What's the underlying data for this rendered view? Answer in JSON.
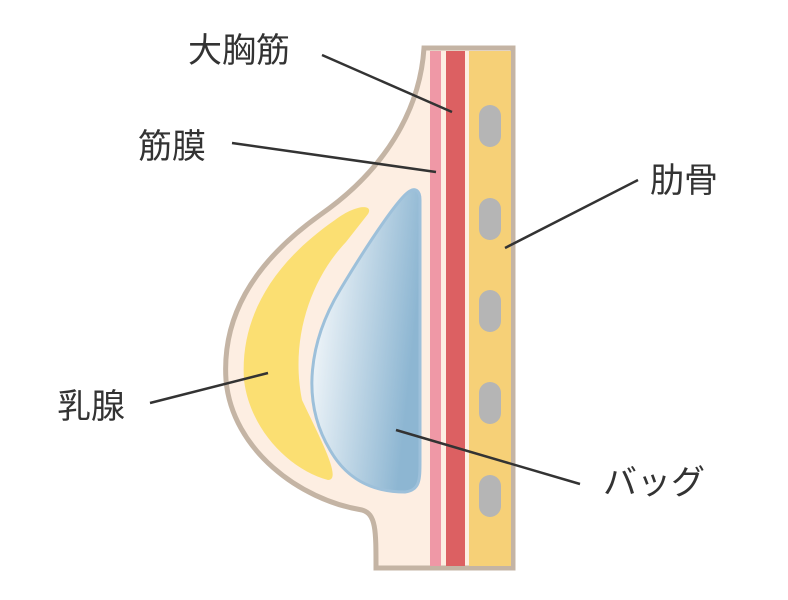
{
  "labels": {
    "pectoralis": "大胸筋",
    "fascia": "筋膜",
    "rib": "肋骨",
    "mammary_gland": "乳腺",
    "implant": "バッグ"
  },
  "colors": {
    "outline": "#c4b4a4",
    "skin": "#fdeee2",
    "fascia": "#ef98a6",
    "muscle": "#dc6062",
    "bone": "#f6d077",
    "rib_segment": "#b5b5b5",
    "gland": "#fbdf72",
    "implant_edge": "#9dc0da"
  }
}
